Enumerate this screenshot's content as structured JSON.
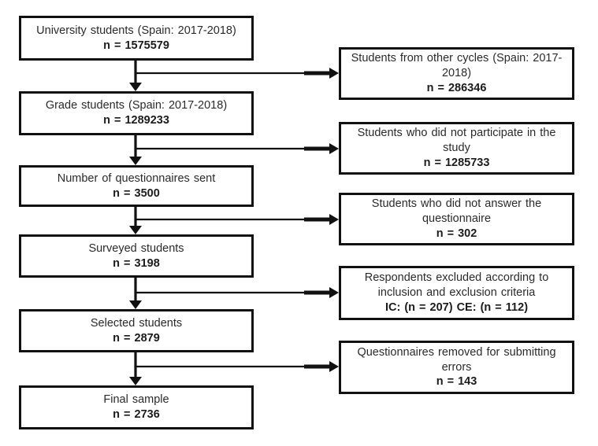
{
  "figure": {
    "type": "participant-flow-diagram",
    "colors": {
      "border": "#111111",
      "background": "#ffffff",
      "text": "#2b2b2b",
      "connector": "#111111"
    },
    "main_flow": [
      {
        "label": "University students (Spain: 2017-2018)",
        "count": "n = 1575579"
      },
      {
        "label": "Grade students (Spain: 2017-2018)",
        "count": "n = 1289233"
      },
      {
        "label": "Number of questionnaires sent",
        "count": "n = 3500"
      },
      {
        "label": "Surveyed students",
        "count": "n = 3198"
      },
      {
        "label": "Selected students",
        "count": "n = 2879"
      },
      {
        "label": "Final sample",
        "count": "n = 2736"
      }
    ],
    "exclusions": [
      {
        "label": "Students from other cycles (Spain: 2017-2018)",
        "count": "n = 286346"
      },
      {
        "label": "Students who did not participate in the study",
        "count": "n = 1285733"
      },
      {
        "label": "Students who did not answer the questionnaire",
        "count": "n = 302"
      },
      {
        "label": "Respondents excluded according to inclusion and exclusion criteria",
        "count": "IC: (n = 207) CE: (n = 112)"
      },
      {
        "label": "Questionnaires removed for submitting errors",
        "count": "n = 143"
      }
    ]
  }
}
